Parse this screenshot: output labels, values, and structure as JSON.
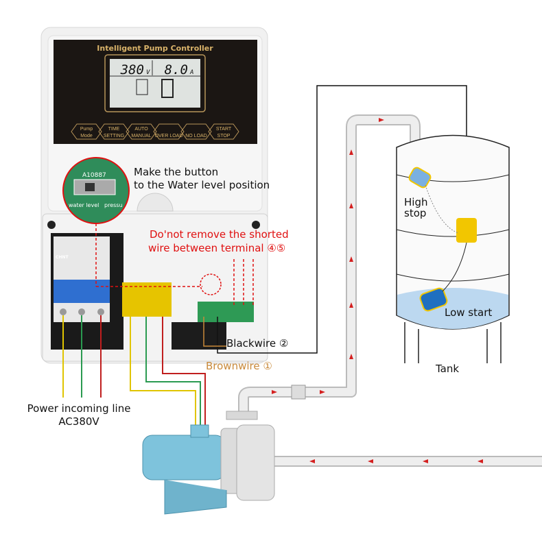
{
  "controller": {
    "title": "Intelligent Pump Controller",
    "voltage": "380",
    "voltage_unit": "V",
    "current": "8.0",
    "current_unit": "A",
    "buttons": [
      {
        "top": "Pump",
        "bottom": "Mode"
      },
      {
        "top": "TIME",
        "bottom": "SETTING"
      },
      {
        "top": "AUTO",
        "bottom": "MANUAL"
      },
      {
        "top": "",
        "bottom": "OVER LOAD"
      },
      {
        "top": "",
        "bottom": "NO LOAD"
      },
      {
        "top": "START",
        "bottom": "STOP"
      }
    ],
    "breaker_brand": "CHNT"
  },
  "callouts": {
    "switch_line1": "Make the button",
    "switch_line2": "to the Water level position",
    "board_code": "A10887",
    "switch_left": "water level",
    "switch_right": "pressu",
    "warning_line1": "Do'not remove the shorted",
    "warning_line2": "wire between terminal ④⑤",
    "black_wire": "Blackwire ②",
    "brown_wire": "Brownwire ①",
    "power_line1": "Power incoming line",
    "power_line2": "AC380V"
  },
  "tank": {
    "label": "Tank",
    "high_line1": "High",
    "high_line2": "stop",
    "low": "Low start"
  },
  "colors": {
    "flow_arrow": "#d42020",
    "pipe": "#e6e6e6",
    "water": "#bcd8f0",
    "float_switch": "#f2c600",
    "pump": "#7ec3dc"
  }
}
